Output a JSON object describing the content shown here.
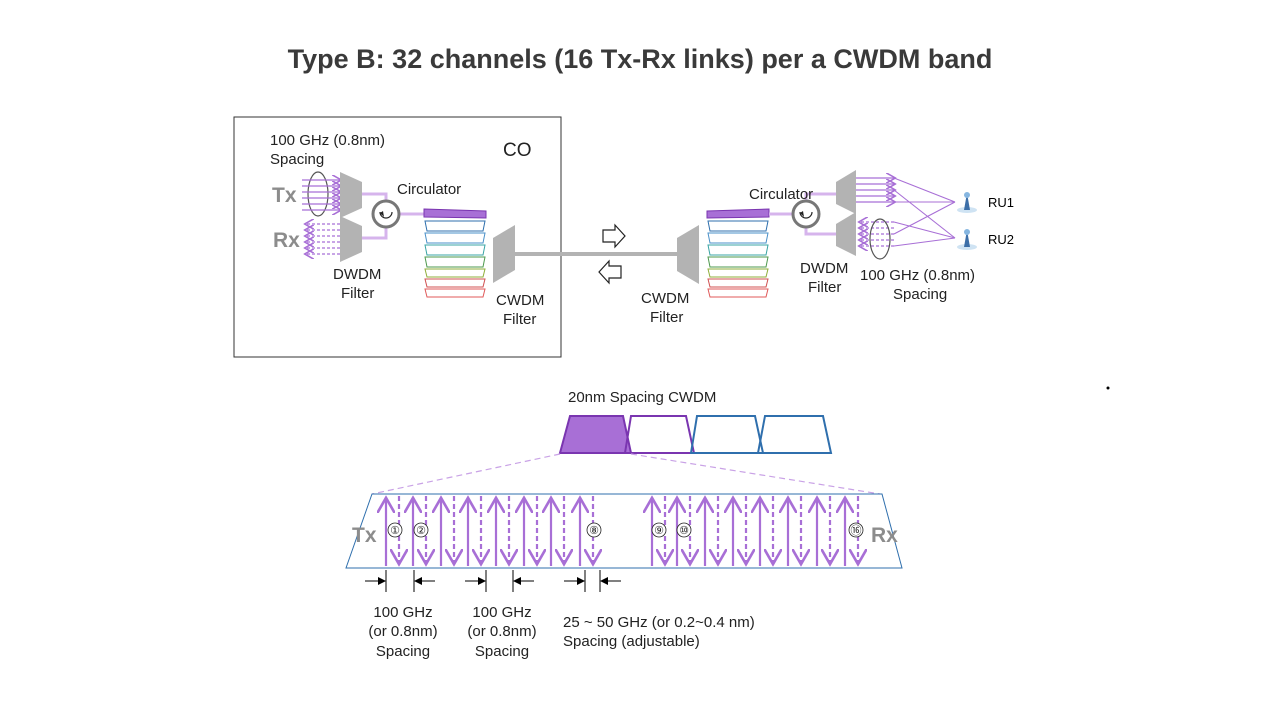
{
  "title": "Type B:  32 channels (16 Tx-Rx links) per a CWDM band",
  "co_box": {
    "label": "CO",
    "spacing_line1": "100 GHz (0.8nm)",
    "spacing_line2": "Spacing",
    "tx": "Tx",
    "rx": "Rx",
    "circulator": "Circulator",
    "dwdm_line1": "DWDM",
    "dwdm_line2": "Filter",
    "cwdm_line1": "CWDM",
    "cwdm_line2": "Filter"
  },
  "remote": {
    "circulator": "Circulator",
    "cwdm_line1": "CWDM",
    "cwdm_line2": "Filter",
    "dwdm_line1": "DWDM",
    "dwdm_line2": "Filter",
    "spacing_line1": "100 GHz (0.8nm)",
    "spacing_line2": "Spacing",
    "ru1": "RU1",
    "ru2": "RU2"
  },
  "cwdm_band": {
    "label": "20nm Spacing CWDM",
    "band_colors": [
      "#7a35b0",
      "#2f6fad",
      "#2f6fad"
    ],
    "fill_color": "#a86fd6"
  },
  "spectrum": {
    "tx": "Tx",
    "rx": "Rx",
    "channel_numbers": [
      "①",
      "②",
      "⑧",
      "⑨",
      "⑩",
      "⑯"
    ],
    "arrow_color": "#a86fd6",
    "spacing_label_1": [
      "100 GHz",
      "(or 0.8nm)",
      "Spacing"
    ],
    "spacing_label_2": [
      "100 GHz",
      "(or 0.8nm)",
      "Spacing"
    ],
    "spacing_label_3": [
      "25 ~ 50 GHz (or 0.2~0.4 nm)",
      "Spacing (adjustable)"
    ]
  },
  "colors": {
    "purple": "#a86fd6",
    "light_purple": "#d6b4ec",
    "gray": "#b3b3b3",
    "blue": "#2f6fad",
    "channel_colors": [
      "#7a35b0",
      "#2f6fad",
      "#4a90c8",
      "#3aa4a4",
      "#4e9a4e",
      "#8fae3a",
      "#d05050",
      "#e05a5a"
    ]
  }
}
